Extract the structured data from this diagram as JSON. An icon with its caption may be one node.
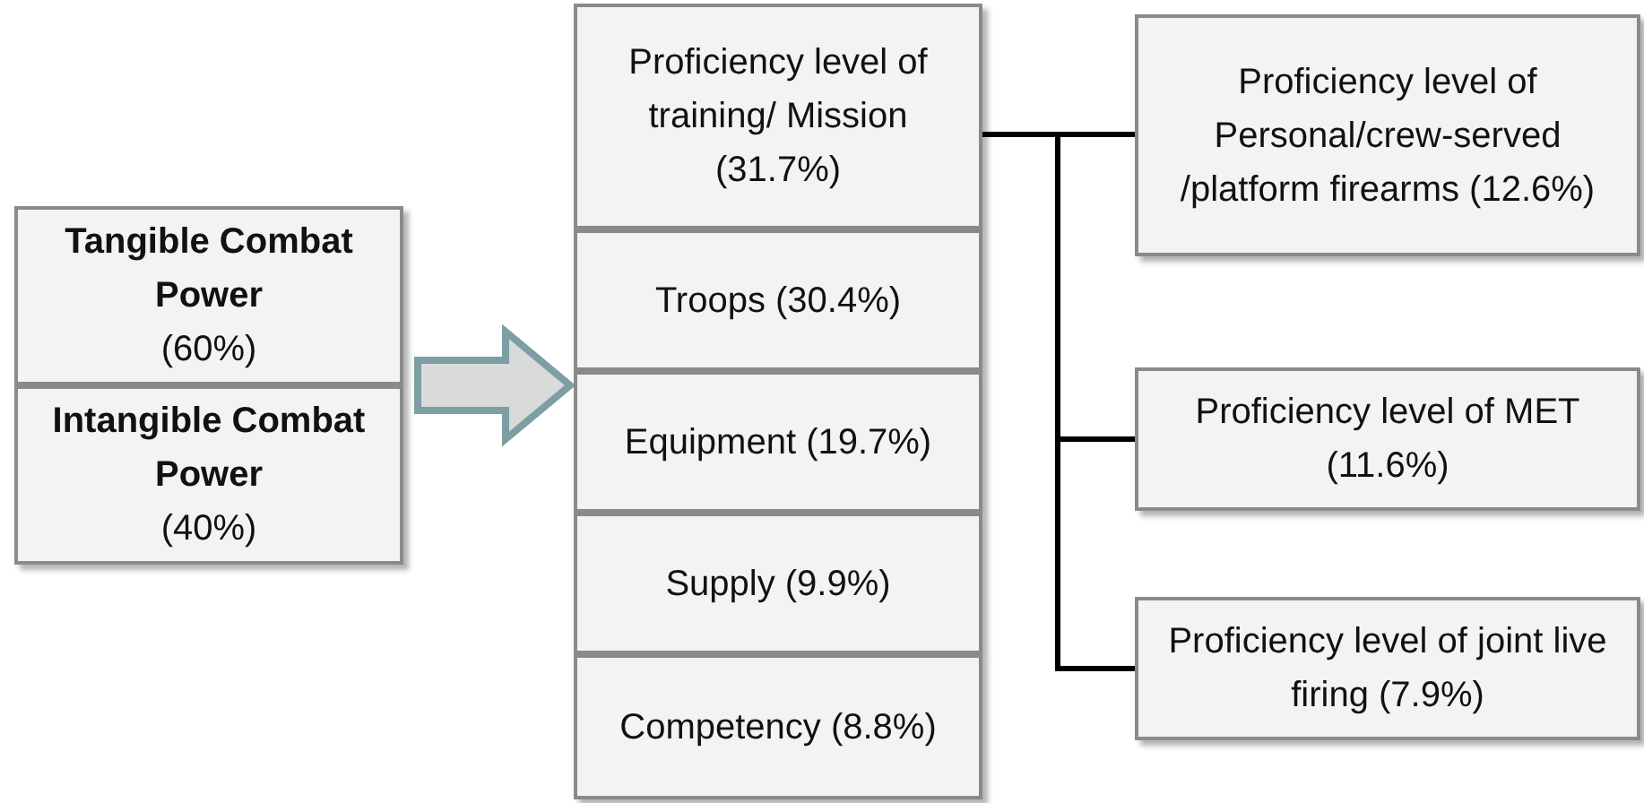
{
  "diagram": {
    "nodes": [
      {
        "text": [
          "Tangible Combat Power",
          "(60%)"
        ]
      },
      {
        "text": [
          "Intangible Combat Power",
          "(40%)"
        ]
      },
      {
        "text": [
          "Proficiency level of training/ Mission (31.7%)"
        ]
      },
      {
        "text": [
          "Troops (30.4%)"
        ]
      },
      {
        "text": [
          "Equipment (19.7%)"
        ]
      },
      {
        "text": [
          "Supply (9.9%)"
        ]
      },
      {
        "text": [
          "Competency (8.8%)"
        ]
      },
      {
        "text": [
          "Proficiency level of Personal/crew-served /platform firearms (12.6%)"
        ]
      },
      {
        "text": [
          "Proficiency level of MET (11.6%)"
        ]
      },
      {
        "text": [
          "Proficiency level of joint live firing (7.9%)"
        ]
      }
    ],
    "edges": [
      {
        "from": 0,
        "to": 3,
        "arrow": "to",
        "style": "thick"
      },
      {
        "from": 2,
        "to": 7,
        "arrow": "none"
      },
      {
        "from": 2,
        "to": 8,
        "arrow": "none"
      },
      {
        "from": 2,
        "to": 9,
        "arrow": "none"
      }
    ]
  }
}
